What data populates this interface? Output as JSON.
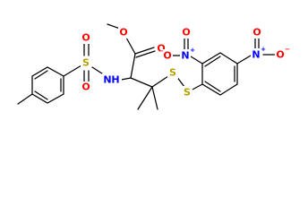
{
  "molecule": {
    "atoms": {
      "ester_O_carbonyl": {
        "label": "O",
        "color": "#ff0000"
      },
      "ester_O_single": {
        "label": "O",
        "color": "#ff0000"
      },
      "sulfonyl_O_top": {
        "label": "O",
        "color": "#ff0000"
      },
      "sulfonyl_O_bottom": {
        "label": "O",
        "color": "#ff0000"
      },
      "sulfonyl_S": {
        "label": "S",
        "color": "#b5a000"
      },
      "amine_N": {
        "label": "N",
        "color": "#0000ff"
      },
      "amine_H": {
        "label": "H",
        "color": "#0000ff"
      },
      "disulfide_S1": {
        "label": "S",
        "color": "#b5a000"
      },
      "disulfide_S2": {
        "label": "S",
        "color": "#b5a000"
      },
      "nitro1_N": {
        "label": "N",
        "color": "#0000ff"
      },
      "nitro1_O_top": {
        "label": "O",
        "color": "#ff0000"
      },
      "nitro1_O_left": {
        "label": "O",
        "color": "#ff0000"
      },
      "nitro2_N": {
        "label": "N",
        "color": "#0000ff"
      },
      "nitro2_O_top": {
        "label": "O",
        "color": "#ff0000"
      },
      "nitro2_O_right": {
        "label": "O",
        "color": "#ff0000"
      }
    },
    "charges": {
      "nitro1_N_plus": "+",
      "nitro1_O_minus": "−",
      "nitro2_N_plus": "+",
      "nitro2_O_minus": "−"
    }
  }
}
